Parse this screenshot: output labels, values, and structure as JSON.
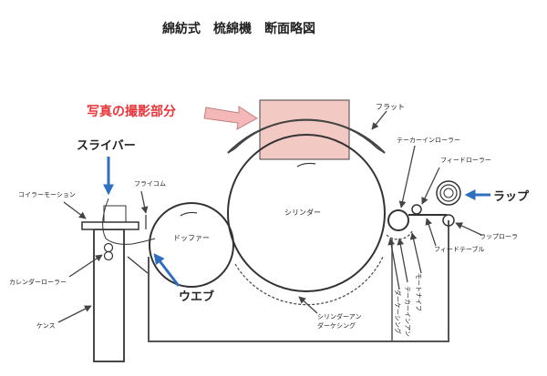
{
  "title": "綿紡式　梳綿機　断面略図",
  "highlight_label": "写真の撮影部分",
  "labels": {
    "flat": "フラット",
    "taker_in_roller": "テーカーインローラー",
    "feed_roller": "フィードローラー",
    "lap": "ラップ",
    "lap_roller": "ラップローラ",
    "feed_table": "フィードテーブル",
    "sliver": "スライバー",
    "trumpet": "フライコム",
    "coiler_motion": "コイラーモーション",
    "doffer": "ドッファー",
    "cylinder": "シリンダー",
    "web": "ウエブ",
    "calender_roller": "カレンダーローラー",
    "can": "ケンス",
    "cylinder_undercasing": [
      "シリンダーアン",
      "ダーケシング"
    ],
    "mote_knife": "モートナイフ",
    "taker_in_undercasing": [
      "テーカーインアン",
      "ダーケーシング"
    ]
  },
  "colors": {
    "line": "#333333",
    "blue_arrow": "#2f6fc0",
    "red_text": "#e8353a",
    "highlight_fill": "#f3c9c4",
    "highlight_arrow": "#f5b8b8"
  }
}
